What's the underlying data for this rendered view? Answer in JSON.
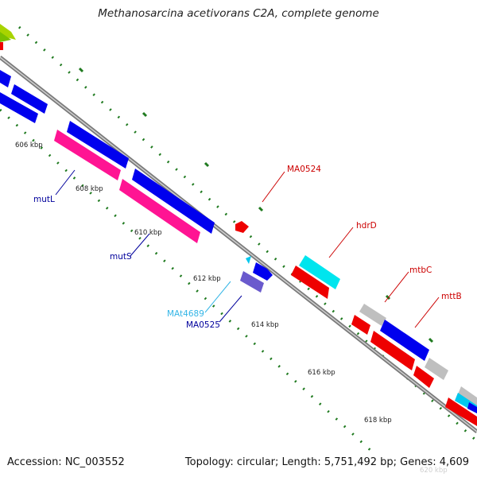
{
  "title": "Methanosarcina acetivorans C2A, complete genome",
  "footer": {
    "accession_text": "Accession: NC_003552",
    "summary_text": "Topology: circular; Length: 5,751,492 bp; Genes: 4,609"
  },
  "ticks": [
    {
      "label": "606 kbp"
    },
    {
      "label": "608 kbp"
    },
    {
      "label": "610 kbp"
    },
    {
      "label": "612 kbp"
    },
    {
      "label": "614 kbp"
    },
    {
      "label": "616 kbp"
    },
    {
      "label": "618 kbp"
    },
    {
      "label": "620 kbp"
    }
  ],
  "gene_labels": [
    {
      "name": "mutL",
      "color": "#00009c"
    },
    {
      "name": "mutS",
      "color": "#00009c"
    },
    {
      "name": "MAt4689",
      "color": "#33b5e6"
    },
    {
      "name": "MA0525",
      "color": "#00009c"
    },
    {
      "name": "MA0524",
      "color": "#cc0000"
    },
    {
      "name": "hdrD",
      "color": "#cc0000"
    },
    {
      "name": "mtbC",
      "color": "#cc0000"
    },
    {
      "name": "mttB",
      "color": "#cc0000"
    }
  ],
  "colors": {
    "backbone": "#777777",
    "tick": "#1f7a1f",
    "blue_cds": "#0000ee",
    "red_cds": "#ee0000",
    "pink_cds": "#ff1493",
    "cyan_cds": "#00e5ee",
    "gray_cds": "#bfbfbf",
    "lavender_cds": "#6a5acd"
  }
}
